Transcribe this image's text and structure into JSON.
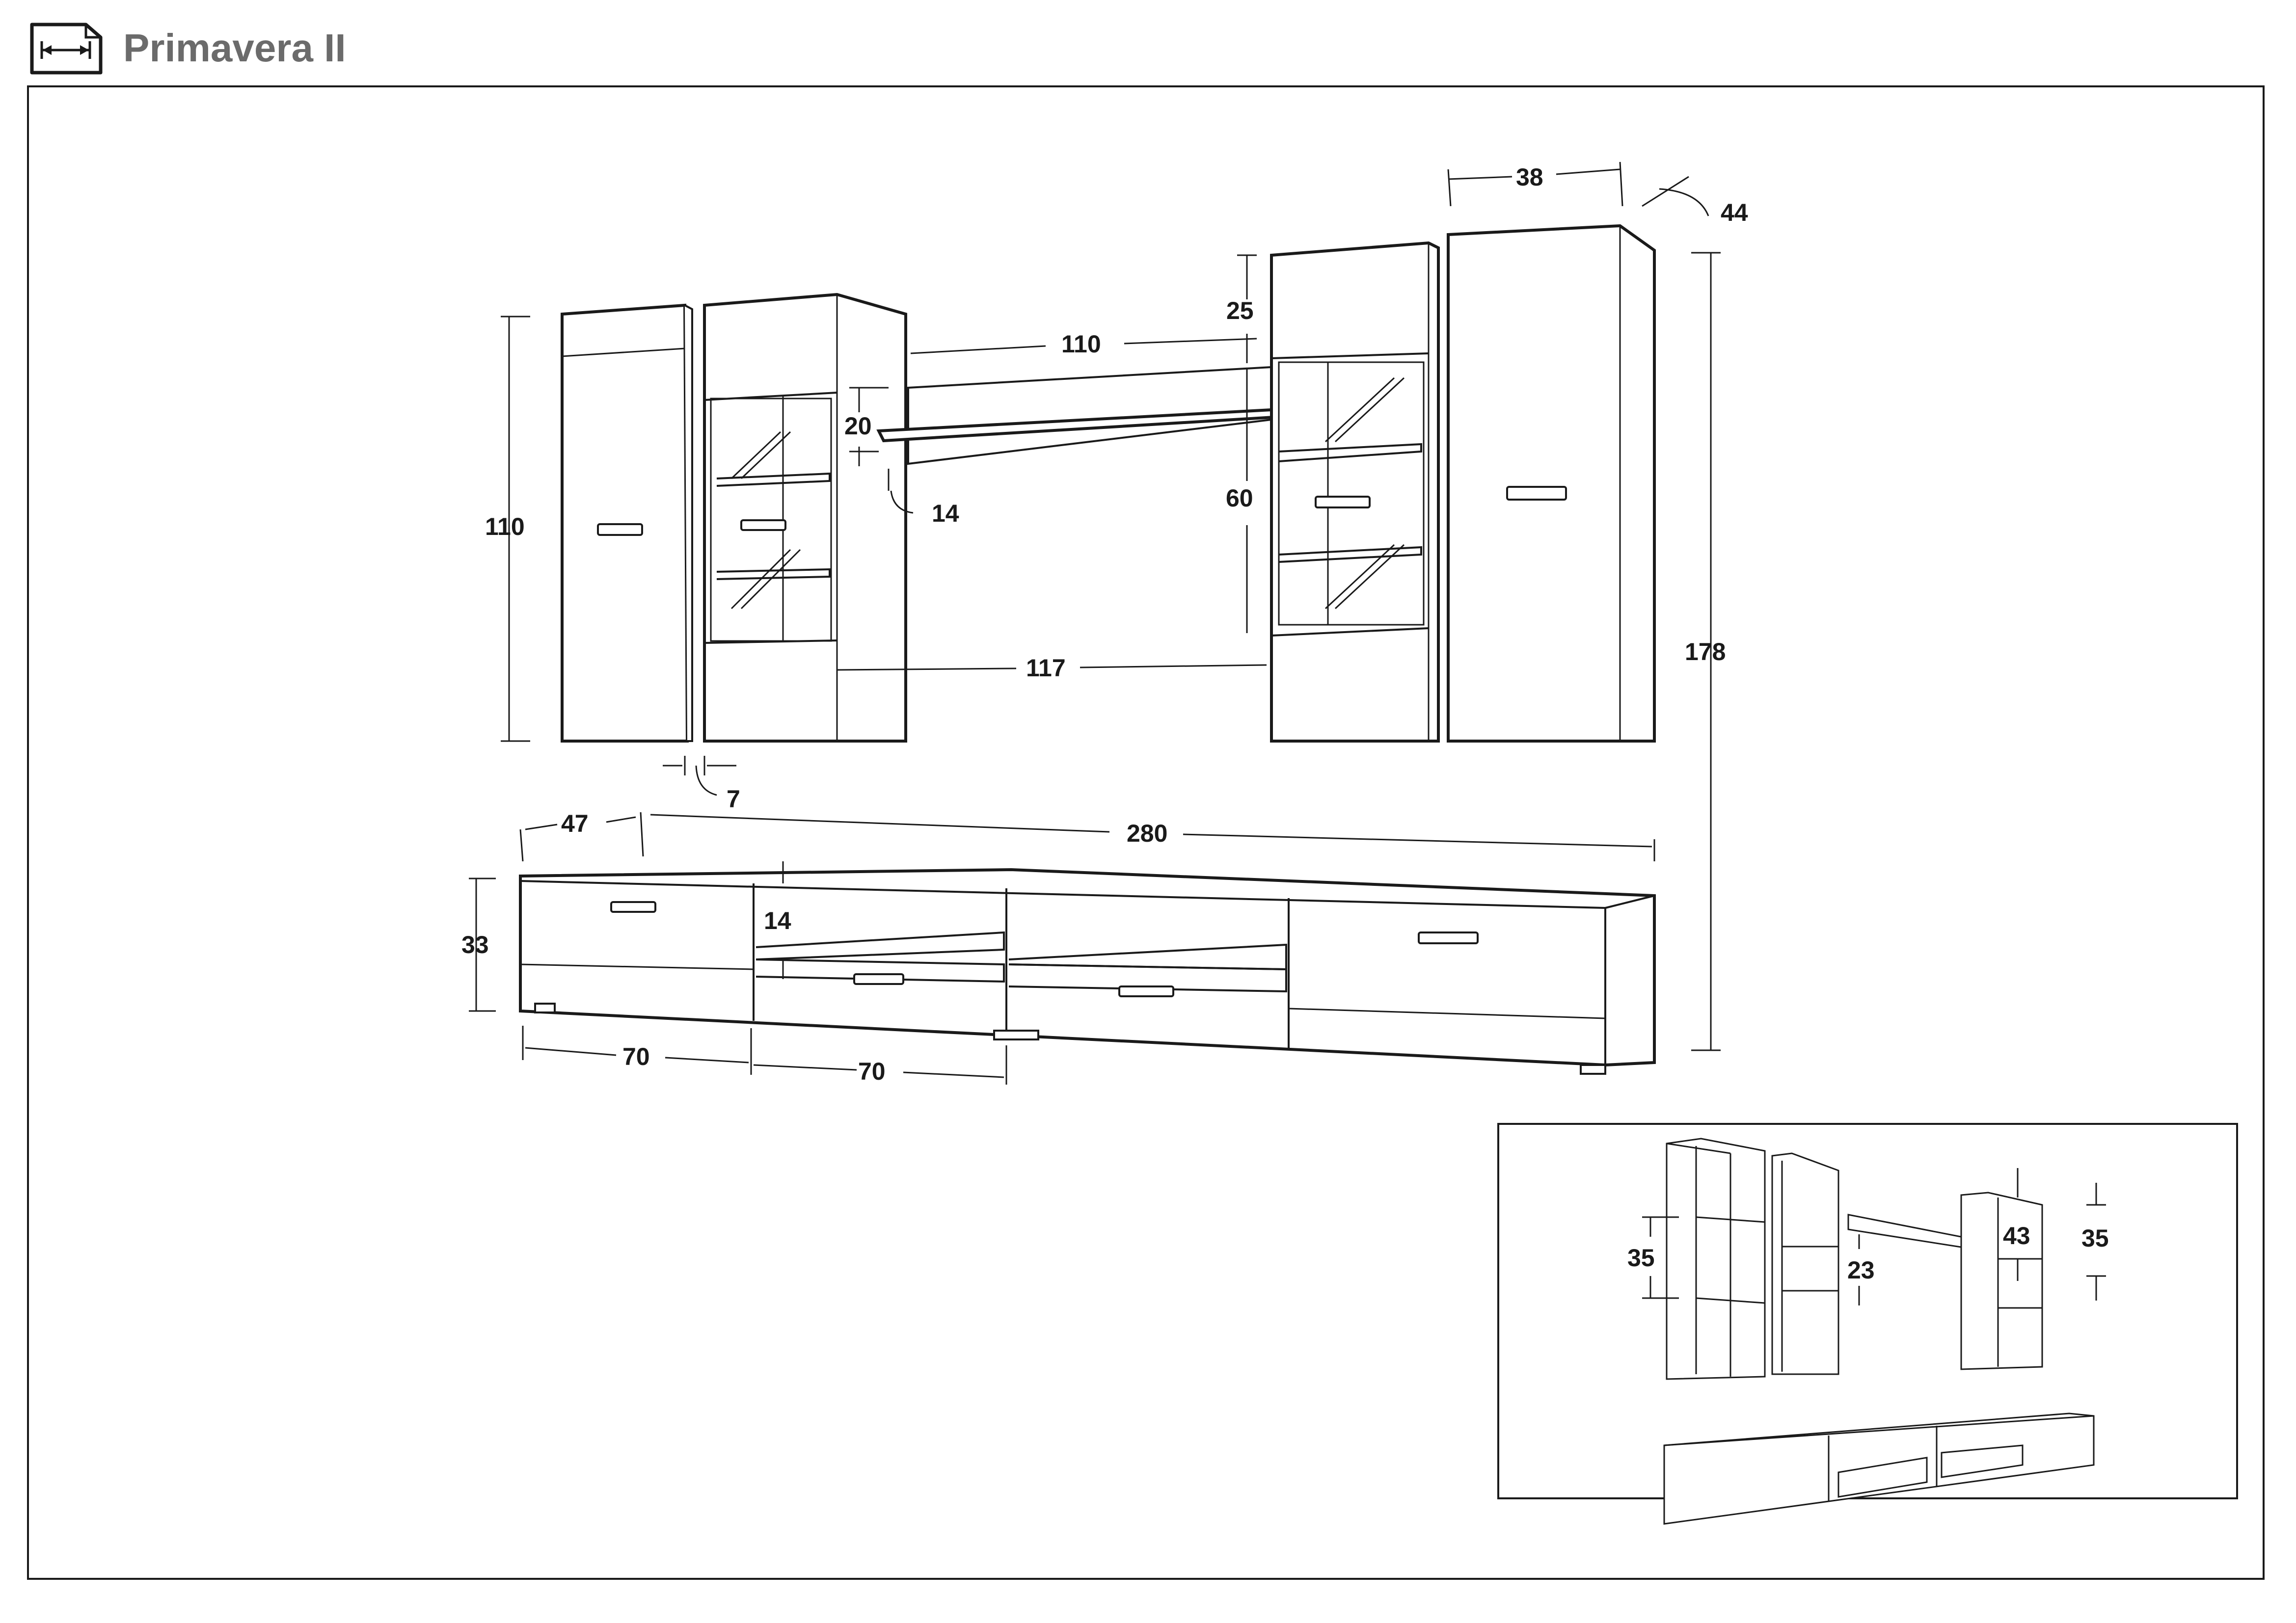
{
  "title": "Primavera II",
  "header_icon": "dimensions-ruler-icon",
  "dimensions": {
    "wall_cabinet_height": "110",
    "module_depth_top": "38",
    "module_depth_angle": "44",
    "shelf_width": "110",
    "top_section_height": "25",
    "shelf_front_height": "20",
    "shelf_thickness": "14",
    "glass_section_height": "60",
    "span_between_units": "117",
    "total_height": "178",
    "gap_width": "7",
    "tv_unit_depth": "47",
    "total_width": "280",
    "tv_unit_height": "33",
    "tv_niche_height": "14",
    "module_width_left": "70",
    "module_width_right": "70"
  },
  "inset_dimensions": {
    "left_shelf_spacing": "35",
    "shelf_drop": "23",
    "right_cabinet_spacing": "43",
    "right_shelf_spacing": "35"
  },
  "colors": {
    "line": "#1a1a1a",
    "title": "#6b6b6b",
    "background": "#ffffff"
  }
}
